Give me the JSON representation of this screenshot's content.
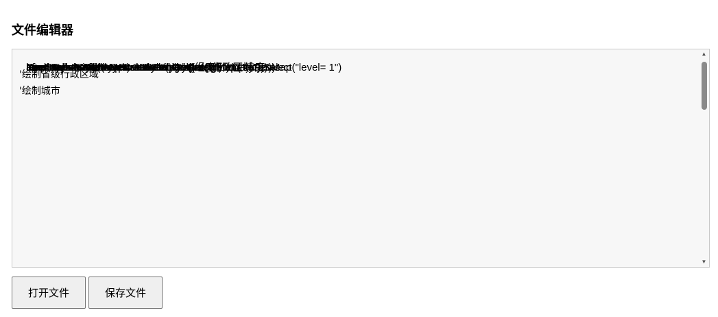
{
  "page": {
    "title": "文件编辑器"
  },
  "editor": {
    "lines": [
      {
        "text": "afterload",
        "kind": "code"
      },
      {
        "text": "",
        "kind": "blank"
      },
      {
        "text": "Dim map As GeoMap = e.Form.Controls(\"Map1\").GeoMap",
        "kind": "code"
      },
      {
        "text": "Dim layer As New VectorLayer()",
        "kind": "code"
      },
      {
        "text": "map.Layers.Add(layer)",
        "kind": "code"
      },
      {
        "text": "layer.Style.Stroke.Color = Color.Gray",
        "kind": "code"
      },
      {
        "text": "layer.LabelVisibility = LabelVisibility.AutoHide",
        "kind": "code"
      },
      {
        "text": "layer.LabelStyle.ForeColor = Color.Green",
        "kind": "code"
      },
      {
        "text": "'绘制省级行政区域",
        "kind": "comment"
      },
      {
        "text": "For Each dr As DataRow In DataTables(\"行政区域\").Select(\"level= 1\")",
        "kind": "code"
      },
      {
        "text": "layer.Items.Add(map.CreatePolygon(dr(\"geometry\")))",
        "kind": "code"
      },
      {
        "text": "Next",
        "kind": "code"
      },
      {
        "text": "'绘制城市",
        "kind": "comment"
      },
      {
        "text": "For Each dr As DataRow In DataTables(\"市\").DataRows",
        "kind": "code"
      },
      {
        "text": "Dim mark As New VectorPlacemark()",
        "kind": "code"
      },
      {
        "text": "mark.Geometry = New GeoPoint(dr(\"经度\"), dr(\"纬度\"))",
        "kind": "code"
      }
    ]
  },
  "scrollbar": {
    "up_icon": "▲",
    "down_icon": "▼"
  },
  "buttons": {
    "open_label": "打开文件",
    "save_label": "保存文件"
  }
}
